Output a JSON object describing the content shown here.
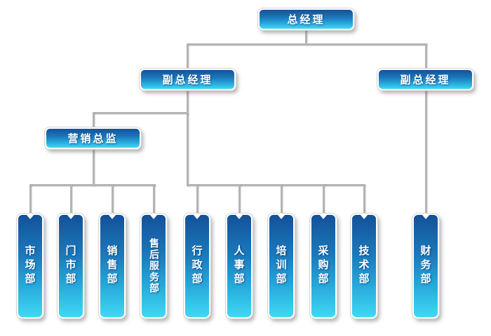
{
  "org": {
    "nodes": {
      "general_manager": "总经理",
      "deputy_general_manager_left": "副总经理",
      "deputy_general_manager_right": "副总经理",
      "marketing_director": "营销总监"
    },
    "departments": {
      "market": "市场部",
      "retail": "门市部",
      "sales": "销售部",
      "after_sales": "售后服务部",
      "admin": "行政部",
      "hr": "人事部",
      "training": "培训部",
      "purchasing": "采购部",
      "technology": "技术部",
      "finance": "财务部"
    },
    "colors": {
      "box_gradient_top": "#14519a",
      "box_gradient_bottom": "#3fd9f2",
      "connector": "#b4b4b4",
      "text": "#ffffff",
      "background": "#ffffff"
    }
  }
}
